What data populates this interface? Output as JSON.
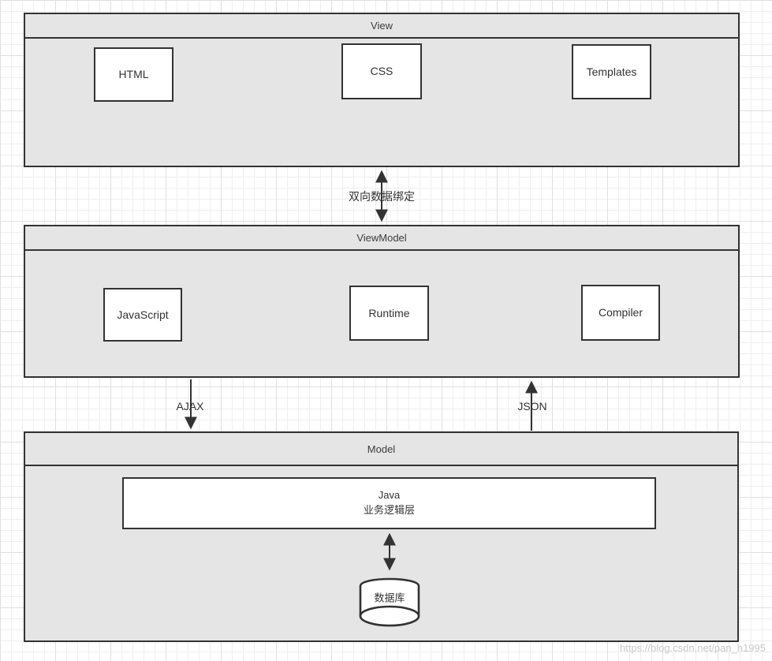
{
  "view": {
    "title": "View",
    "boxes": {
      "html": "HTML",
      "css": "CSS",
      "templates": "Templates"
    }
  },
  "viewmodel": {
    "title": "ViewModel",
    "boxes": {
      "javascript": "JavaScript",
      "runtime": "Runtime",
      "compiler": "Compiler"
    }
  },
  "model": {
    "title": "Model",
    "java_box": {
      "line1": "Java",
      "line2": "业务逻辑层"
    },
    "database": "数据库"
  },
  "connectors": {
    "view_viewmodel": "双向数据绑定",
    "viewmodel_to_model": "AJAX",
    "model_to_viewmodel": "JSON"
  },
  "watermark": "https://blog.csdn.net/pan_h1995",
  "colors": {
    "section_fill": "#e5e5e5",
    "border": "#333333",
    "box_fill": "#ffffff",
    "text": "#333333",
    "watermark": "#c9c9c9"
  }
}
